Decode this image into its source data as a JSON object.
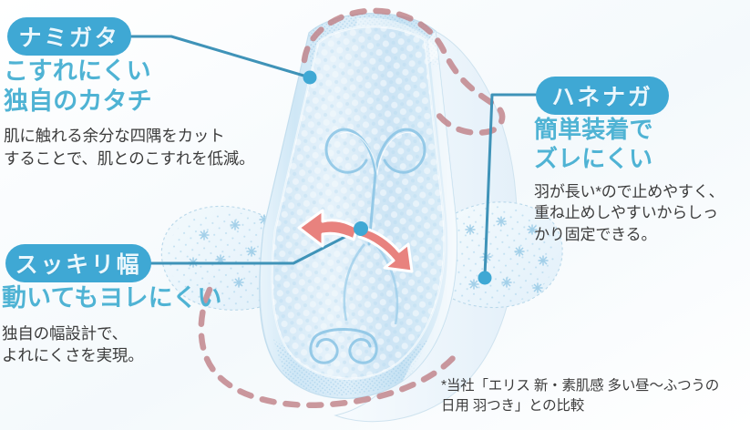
{
  "page": {
    "background": "#ffffff",
    "accent_blue": "#3fa8d4",
    "headline_blue": "#4fb3d4",
    "body_gray": "#3c3c3c",
    "arrow_pink": "#e8827e",
    "dashed_rose": "#bf8188",
    "product_blue": "#bfdff0"
  },
  "callouts": [
    {
      "badge": "ナミガタ",
      "headline": [
        "こすれにくい",
        "独自のカタチ"
      ],
      "body": [
        "肌に触れる余分な四隅をカット",
        "することで、肌とのこすれを低減。"
      ]
    },
    {
      "badge": "ハネナガ",
      "headline": [
        "簡単装着で",
        "ズレにくい"
      ],
      "body": [
        "羽が長い*ので止めやすく、",
        "重ね止めしやすいからしっ",
        "かり固定できる。"
      ]
    },
    {
      "badge": "スッキリ幅",
      "headline": [
        "動いてもヨレにくい"
      ],
      "body": [
        "独自の幅設計で、",
        "よれにくさを実現。"
      ]
    }
  ],
  "footnote": [
    "*当社「エリス 新・素肌感 多い昼〜ふつうの",
    "日用 羽つき」との比較"
  ],
  "graphic": {
    "product": "sanitary-pad-illustration",
    "dashed_outline": "wave-shape-outline",
    "width_arrow": "double-headed-width-arrow"
  }
}
